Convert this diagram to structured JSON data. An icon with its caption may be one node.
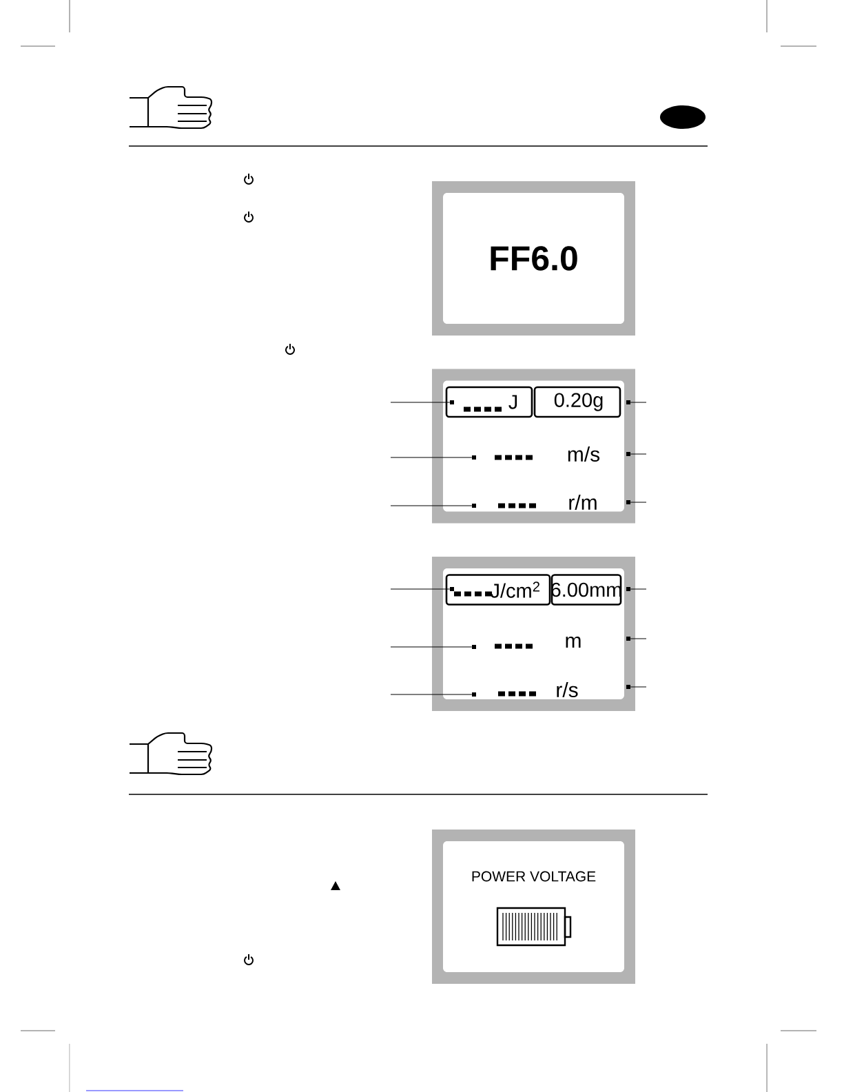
{
  "diagram": {
    "nodes": [
      {
        "text": [
          "FF6.0"
        ]
      },
      {
        "text": [],
        "shape": "box"
      },
      {
        "text": [
          "J"
        ],
        "in": 1
      },
      {
        "text": [
          "0.20g"
        ],
        "in": 1
      },
      {
        "text": [],
        "shape": "box",
        "in": 2
      },
      {
        "text": [],
        "shape": "box",
        "in": 1
      },
      {
        "text": [],
        "shape": "box",
        "in": 1
      },
      {
        "text": [],
        "shape": "box",
        "in": 1
      },
      {
        "text": [],
        "shape": "box",
        "in": 1
      },
      {
        "text": [],
        "shape": "box",
        "in": 1
      },
      {
        "text": [],
        "shape": "box"
      },
      {
        "text": [
          "J/cm$^{2}$"
        ],
        "in": 10
      },
      {
        "text": [
          "6.00mm"
        ],
        "in": 10
      },
      {
        "text": [],
        "shape": "box",
        "in": 11
      },
      {
        "text": [],
        "shape": "box",
        "in": 10
      },
      {
        "text": [],
        "shape": "box",
        "in": 10
      },
      {
        "text": [],
        "shape": "box",
        "in": 10
      },
      {
        "text": [],
        "shape": "box",
        "in": 10
      },
      {
        "text": [],
        "shape": "box",
        "in": 10
      },
      {
        "text": [
          "POWER VOLTAGE"
        ]
      }
    ],
    "edges": [
      {
        "from": null,
        "to": 4,
        "arrow": "none"
      },
      {
        "from": null,
        "to": 5,
        "arrow": "none"
      },
      {
        "from": null,
        "to": 6,
        "arrow": "none"
      },
      {
        "from": 7,
        "to": null,
        "arrow": "none"
      },
      {
        "from": 8,
        "to": null,
        "arrow": "none"
      },
      {
        "from": 9,
        "to": null,
        "arrow": "none"
      },
      {
        "from": null,
        "to": 13,
        "arrow": "none"
      },
      {
        "from": null,
        "to": 14,
        "arrow": "none"
      },
      {
        "from": null,
        "to": 15,
        "arrow": "none"
      },
      {
        "from": 16,
        "to": null,
        "arrow": "none"
      },
      {
        "from": 17,
        "to": null,
        "arrow": "none"
      },
      {
        "from": 18,
        "to": null,
        "arrow": "none"
      }
    ],
    "labels": [
      "m/s",
      "r/m",
      "m",
      "r/s"
    ]
  }
}
